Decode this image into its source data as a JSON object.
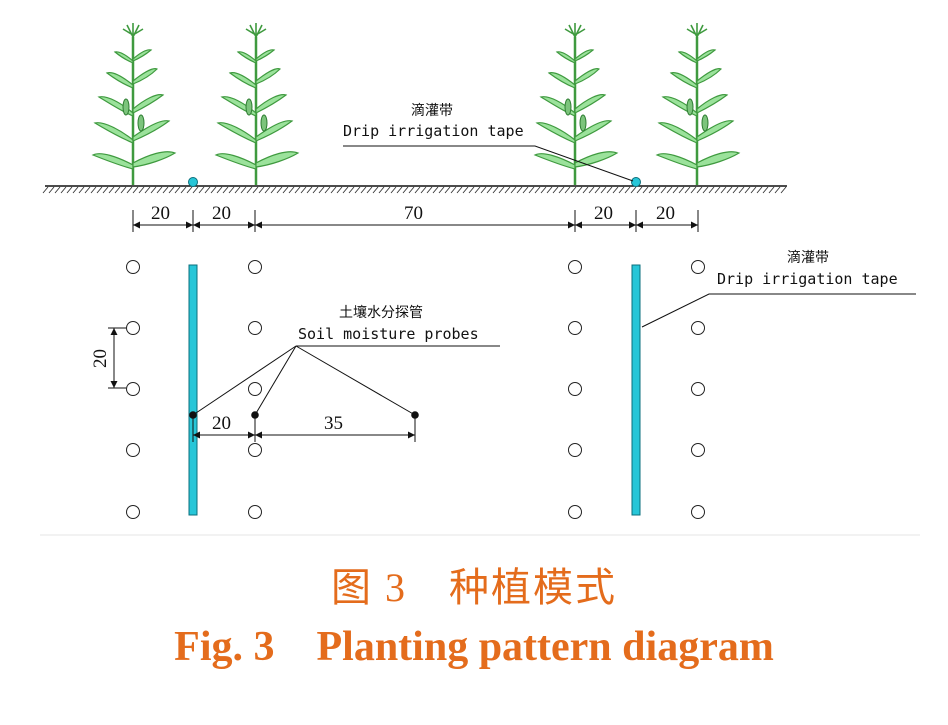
{
  "top_view": {
    "tape_label_cn": "滴灌带",
    "tape_label_en": "Drip irrigation tape",
    "spacing_labels": [
      "20",
      "20",
      "70",
      "20",
      "20"
    ]
  },
  "plan_view": {
    "tape_label_cn": "滴灌带",
    "tape_label_en": "Drip irrigation tape",
    "probe_label_cn": "土壤水分探管",
    "probe_label_en": "Soil moisture probes",
    "row_spacing_label": "20",
    "probe_spacing_labels": [
      "20",
      "35"
    ]
  },
  "colors": {
    "tape": "#27c6d8",
    "plant": "#4caf50",
    "caption": "#e46c1c"
  },
  "caption": {
    "cn": "图 3　种植模式",
    "en": "Fig. 3    Planting pattern diagram"
  }
}
